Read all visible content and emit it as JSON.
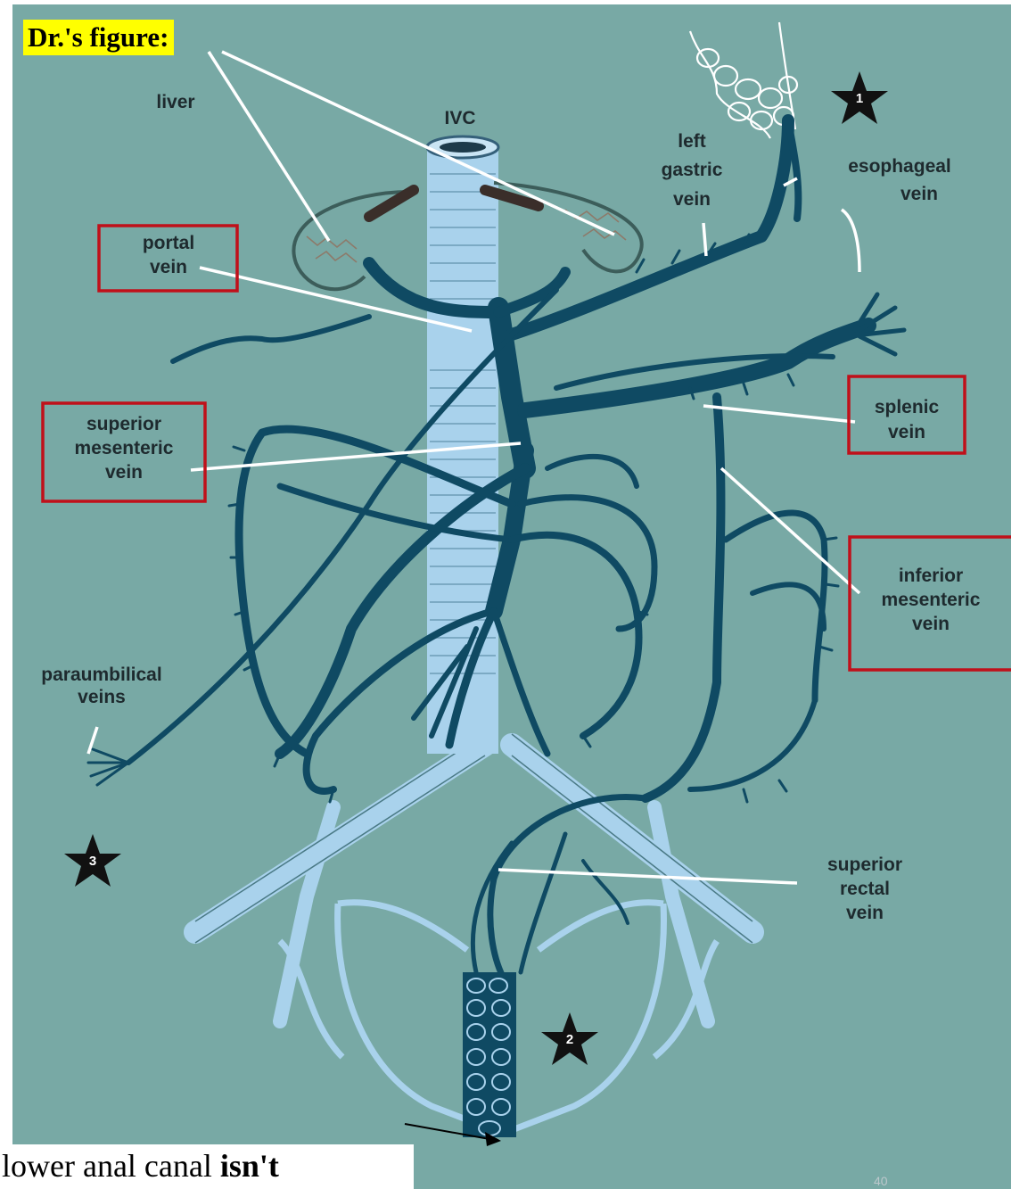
{
  "badge": "Dr.'s figure:",
  "labels": {
    "liver": "liver",
    "ivc": "IVC",
    "left_gastric": [
      "left",
      "gastric",
      "vein"
    ],
    "esophageal": [
      "esophageal",
      "vein"
    ],
    "portal": [
      "portal",
      "vein"
    ],
    "splenic": [
      "splenic",
      "vein"
    ],
    "sup_mesenteric": [
      "superior",
      "mesenteric",
      "vein"
    ],
    "inf_mesenteric": [
      "inferior",
      "mesenteric",
      "vein"
    ],
    "paraumbilical": [
      "paraumbilical",
      "veins"
    ],
    "sup_rectal": [
      "superior",
      "rectal",
      "vein"
    ]
  },
  "stars": [
    "1",
    "2",
    "3"
  ],
  "caption": {
    "normal": "lower anal canal ",
    "bold": "isn't"
  },
  "page_number": "40",
  "colors": {
    "background": "#78a9a5",
    "vein": "#0f4a63",
    "ivc": "#a9d2ec",
    "highlight_box": "#c0101a",
    "badge_bg": "#ffff00"
  }
}
